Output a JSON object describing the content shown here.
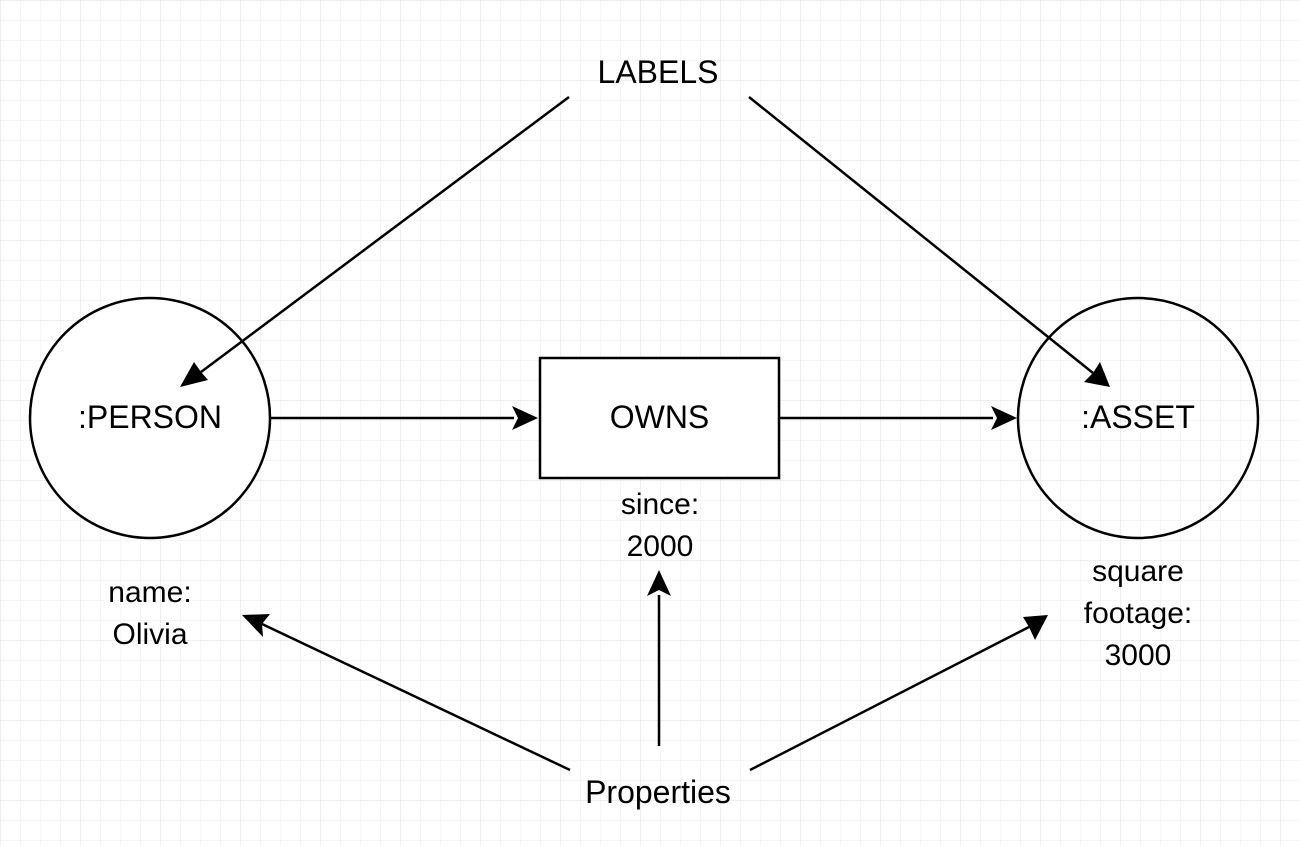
{
  "labels_heading": "LABELS",
  "properties_heading": "Properties",
  "nodes": {
    "person": {
      "label": ":PERSON"
    },
    "asset": {
      "label": ":ASSET"
    }
  },
  "relationship": {
    "label": "OWNS"
  },
  "properties": {
    "person": {
      "key": "name:",
      "value": "Olivia"
    },
    "relationship": {
      "key": "since:",
      "value": "2000"
    },
    "asset": {
      "key_line1": "square",
      "key_line2": "footage:",
      "value": "3000"
    }
  },
  "colors": {
    "background": "#ffffff",
    "grid": "#e6e6e6",
    "stroke": "#000000"
  }
}
